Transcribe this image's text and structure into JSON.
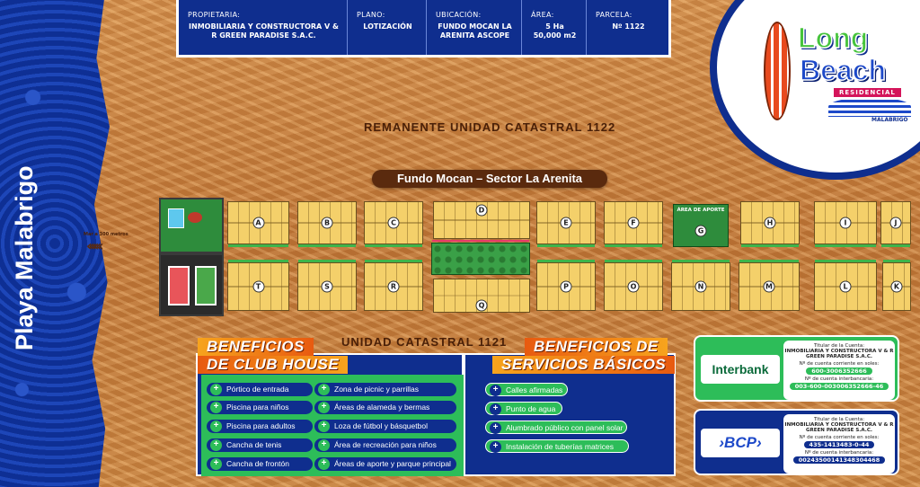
{
  "sea_label": "Playa Malabrigo",
  "info_bar": {
    "propietaria_label": "PROPIETARIA:",
    "propietaria_value": "INMOBILIARIA Y CONSTRUCTORA V & R GREEN PARADISE S.A.C.",
    "plano_label": "PLANO:",
    "plano_value": "LOTIZACIÓN",
    "ubicacion_label": "UBICACIÓN:",
    "ubicacion_value": "FUNDO MOCAN LA ARENITA ASCOPE",
    "area_label": "ÁREA:",
    "area_value": "5 Ha 50,000 m2",
    "parcela_label": "PARCELA:",
    "parcela_value": "Nº 1122"
  },
  "logo": {
    "line1": "Long",
    "line2": "Beach",
    "tag": "RESIDENCIAL",
    "place": "MALABRIGO"
  },
  "map": {
    "remanente": "REMANENTE UNIDAD CATASTRAL 1122",
    "fundo": "Fundo Mocan – Sector La Arenita",
    "unidad": "UNIDAD CATASTRAL 1121",
    "mar": "Mar a 300 metros",
    "aporte": "ÁREA DE APORTE",
    "top_blocks": [
      "A",
      "B",
      "C",
      "D",
      "E",
      "F",
      "G",
      "H",
      "I",
      "J"
    ],
    "bottom_blocks": [
      "T",
      "S",
      "R",
      "Q",
      "P",
      "O",
      "N",
      "M",
      "L",
      "K"
    ]
  },
  "club": {
    "title1": "BENEFICIOS",
    "title2": "DE CLUB HOUSE",
    "items_left": [
      "Pórtico de entrada",
      "Piscina para niños",
      "Piscina para adultos",
      "Cancha de tenis",
      "Cancha de frontón"
    ],
    "items_right": [
      "Zona de picnic y parrillas",
      "Áreas de alameda y bermas",
      "Loza de fútbol y básquetbol",
      "Área de recreación para niños",
      "Áreas de aporte y parque principal"
    ]
  },
  "basic": {
    "title1": "BENEFICIOS DE",
    "title2": "SERVICIOS BÁSICOS",
    "items": [
      "Calles afirmadas",
      "Punto de agua",
      "Alumbrado público con panel solar",
      "Instalación de tuberías matrices"
    ]
  },
  "banks": {
    "interbank": {
      "name": "Interbank",
      "holder_label": "Titular de la Cuenta:",
      "holder": "INMOBILIARIA Y CONSTRUCTORA V & R GREEN PARADISE S.A.C.",
      "acc_label": "Nº de cuenta corriente en soles:",
      "acc": "600-3006352666",
      "cci_label": "Nº de cuenta interbancaria:",
      "cci": "003-600-003006352666-46"
    },
    "bcp": {
      "name": "›BCP›",
      "holder_label": "Titular de la Cuenta:",
      "holder": "INMOBILIARIA Y CONSTRUCTORA V & R GREEN PARADISE S.A.C.",
      "acc_label": "Nº de cuenta corriente en soles:",
      "acc": "435-1413483-0-44",
      "cci_label": "Nº de cuenta interbancaria:",
      "cci": "00243500141348304468"
    }
  }
}
